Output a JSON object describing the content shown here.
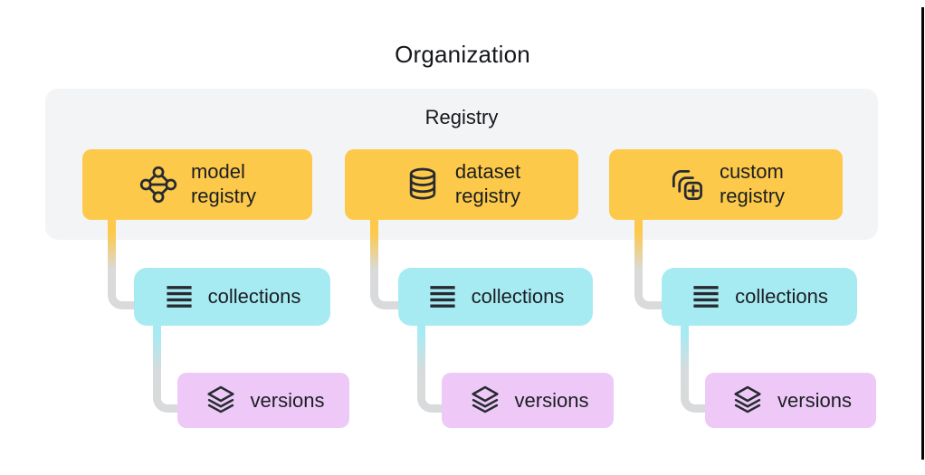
{
  "title": "Organization",
  "panel": {
    "label": "Registry"
  },
  "colors": {
    "yellow": "#FDC94A",
    "cyan": "#A7EBF2",
    "purple": "#EEC9F7",
    "panel_bg": "#F3F4F6",
    "connector_gray": "#D9DADC",
    "ink": "#1B1E23"
  },
  "columns": [
    {
      "registry": {
        "label": "model registry",
        "line1": "model",
        "line2": "registry",
        "icon": "model-graph-icon"
      },
      "collections": {
        "label": "collections",
        "icon": "list-lines-icon"
      },
      "versions": {
        "label": "versions",
        "icon": "layers-stack-icon"
      }
    },
    {
      "registry": {
        "label": "dataset registry",
        "line1": "dataset",
        "line2": "registry",
        "icon": "database-icon"
      },
      "collections": {
        "label": "collections",
        "icon": "list-lines-icon"
      },
      "versions": {
        "label": "versions",
        "icon": "layers-stack-icon"
      }
    },
    {
      "registry": {
        "label": "custom registry",
        "line1": "custom",
        "line2": "registry",
        "icon": "copy-plus-icon"
      },
      "collections": {
        "label": "collections",
        "icon": "list-lines-icon"
      },
      "versions": {
        "label": "versions",
        "icon": "layers-stack-icon"
      }
    }
  ]
}
